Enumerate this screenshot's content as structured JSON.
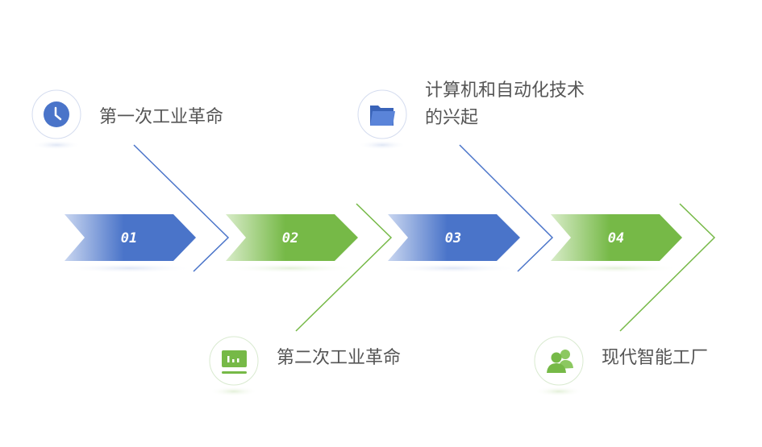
{
  "steps": [
    {
      "number": "01",
      "label": "第一次工业革命",
      "icon": "clock-icon",
      "color": "#4a74c9"
    },
    {
      "number": "02",
      "label": "第二次工业革命",
      "icon": "chart-board-icon",
      "color": "#76b947"
    },
    {
      "number": "03",
      "label": "计算机和自动化技术的兴起",
      "label_line1": "计算机和自动化技术",
      "label_line2": "的兴起",
      "icon": "folder-icon",
      "color": "#4a74c9"
    },
    {
      "number": "04",
      "label": "现代智能工厂",
      "icon": "users-icon",
      "color": "#76b947"
    }
  ]
}
